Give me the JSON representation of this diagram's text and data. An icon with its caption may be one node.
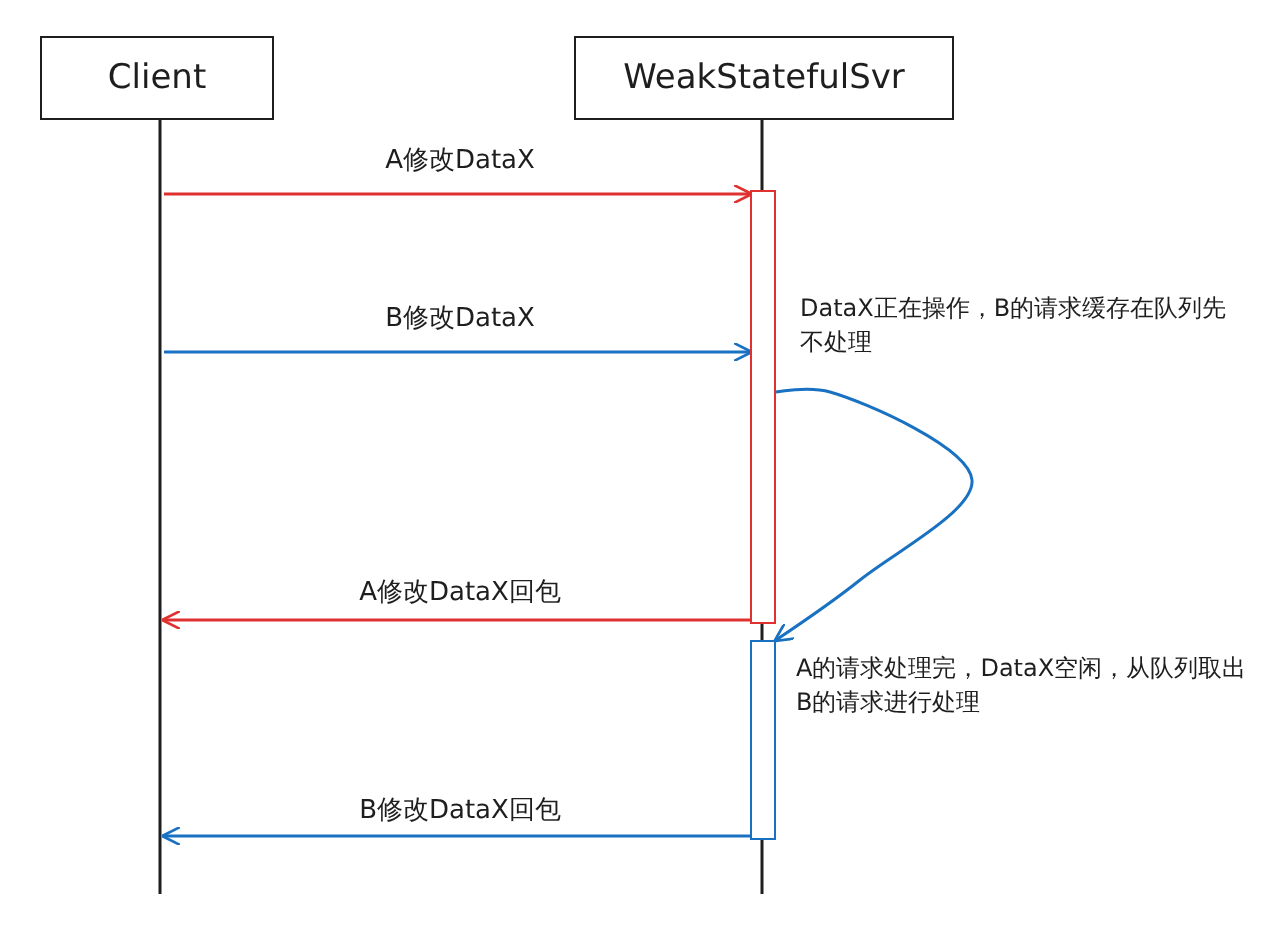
{
  "diagram": {
    "nodes": [
      {
        "text": [
          "Client"
        ]
      },
      {
        "text": [
          "WeakStatefulSvr"
        ]
      },
      {
        "text": [],
        "shape": "bar"
      },
      {
        "text": [],
        "shape": "bar"
      }
    ],
    "edges": [
      {
        "from": 0,
        "to": null,
        "arrow": "none",
        "color": "#1e1e1e"
      },
      {
        "from": 1,
        "to": null,
        "arrow": "none",
        "color": "#1e1e1e"
      },
      {
        "from": null,
        "to": 2,
        "arrow": "to",
        "label": "A修改DataX",
        "color": "#e03131"
      },
      {
        "from": null,
        "to": 2,
        "arrow": "to",
        "label": "B修改DataX",
        "color": "#1971c2"
      },
      {
        "from": 2,
        "to": 3,
        "arrow": "to",
        "color": "#1971c2"
      },
      {
        "from": 2,
        "to": null,
        "arrow": "to",
        "label": "A修改DataX回包",
        "color": "#e03131"
      },
      {
        "from": 3,
        "to": null,
        "arrow": "to",
        "label": "B修改DataX回包",
        "color": "#1971c2"
      }
    ],
    "labels": [
      "DataX正在操作，B的请求缓存在队列先不处理",
      "A的请求处理完，DataX空闲，从队列取出B的请求进行处理"
    ]
  }
}
